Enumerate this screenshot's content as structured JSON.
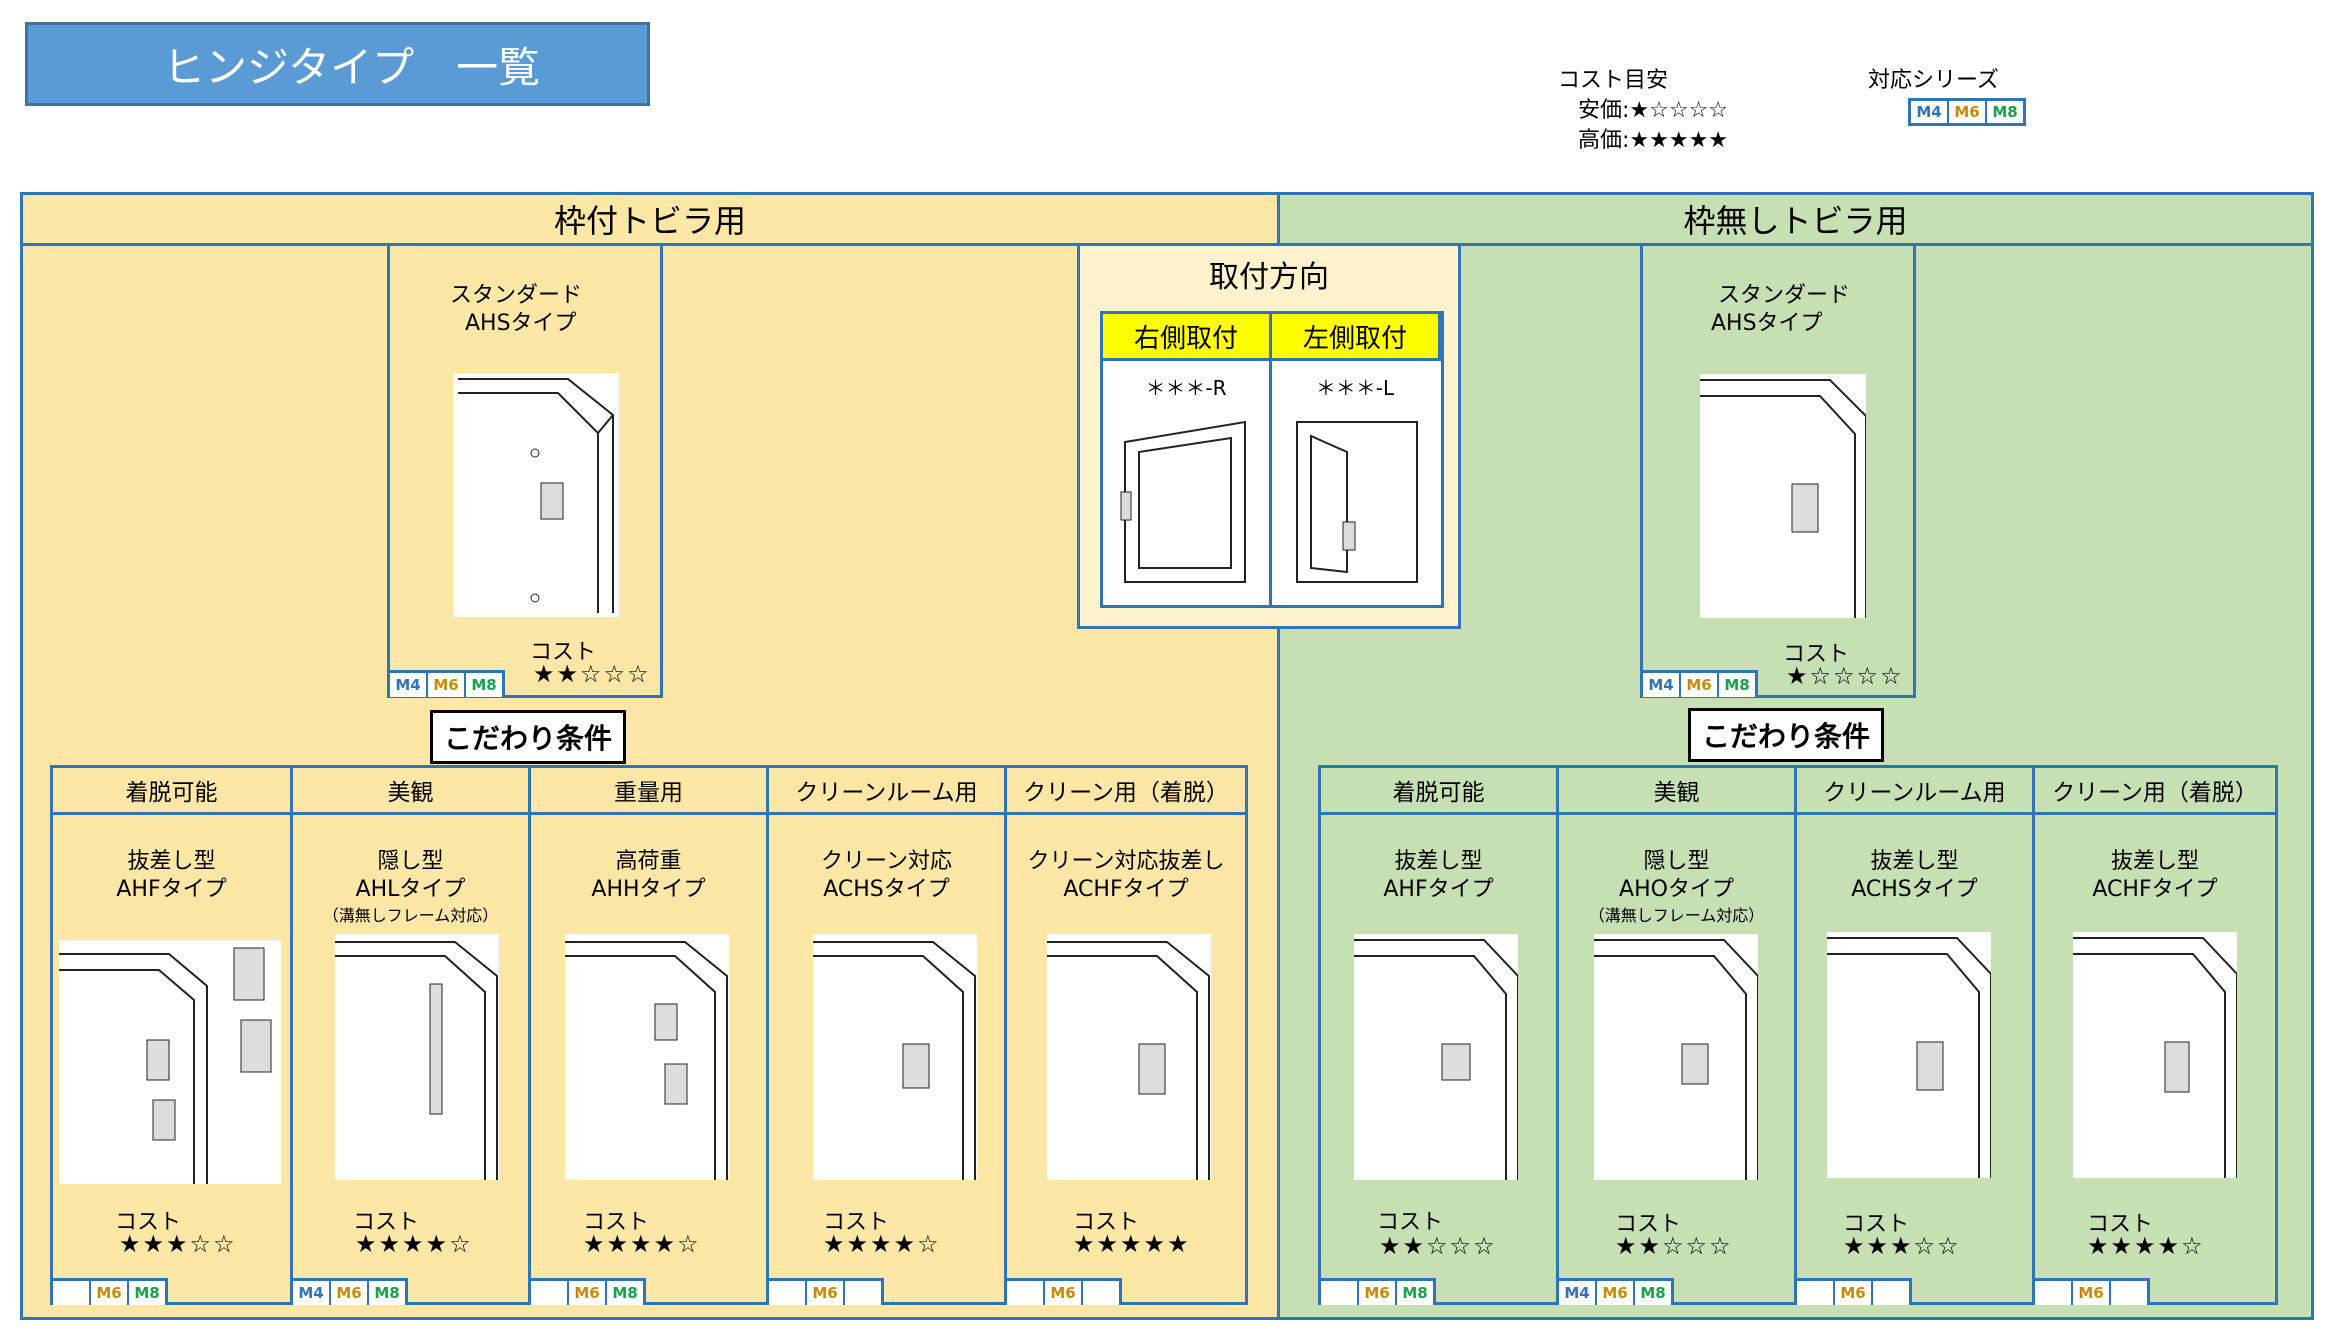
{
  "page_title": "ヒンジタイプ　一覧",
  "legend": {
    "cost_title": "コスト目安",
    "cheap": "安価:★☆☆☆☆",
    "expensive": "高価:★★★★★",
    "series_title": "対応シリーズ",
    "series": [
      "M4",
      "M6",
      "M8"
    ]
  },
  "framed": {
    "header": "枠付トビラ用",
    "standard": {
      "name": "スタンダード",
      "type": "AHSタイプ",
      "cost_label": "コスト",
      "stars": "★★☆☆☆",
      "series": [
        "M4",
        "M6",
        "M8"
      ]
    },
    "kodawari": "こだわり条件",
    "columns": [
      {
        "head": "着脱可能",
        "name": "抜差し型",
        "type": "AHFタイプ",
        "note": "",
        "cost_label": "コスト",
        "stars": "★★★☆☆",
        "series": [
          "",
          "M6",
          "M8"
        ]
      },
      {
        "head": "美観",
        "name": "隠し型",
        "type": "AHLタイプ",
        "note": "（溝無しフレーム対応）",
        "cost_label": "コスト",
        "stars": "★★★★☆",
        "series": [
          "M4",
          "M6",
          "M8"
        ]
      },
      {
        "head": "重量用",
        "name": "高荷重",
        "type": "AHHタイプ",
        "note": "",
        "cost_label": "コスト",
        "stars": "★★★★☆",
        "series": [
          "",
          "M6",
          "M8"
        ]
      },
      {
        "head": "クリーンルーム用",
        "name": "クリーン対応",
        "type": "ACHSタイプ",
        "note": "",
        "cost_label": "コスト",
        "stars": "★★★★☆",
        "series": [
          "",
          "M6",
          ""
        ]
      },
      {
        "head": "クリーン用（着脱）",
        "name": "クリーン対応抜差し",
        "type": "ACHFタイプ",
        "note": "",
        "cost_label": "コスト",
        "stars": "★★★★★",
        "series": [
          "",
          "M6",
          ""
        ]
      }
    ]
  },
  "direction": {
    "title": "取付方向",
    "right": {
      "label": "右側取付",
      "code": "＊＊＊-R"
    },
    "left": {
      "label": "左側取付",
      "code": "＊＊＊-L"
    }
  },
  "frameless": {
    "header": "枠無しトビラ用",
    "standard": {
      "name": "スタンダード",
      "type": "AHSタイプ",
      "cost_label": "コスト",
      "stars": "★☆☆☆☆",
      "series": [
        "M4",
        "M6",
        "M8"
      ]
    },
    "kodawari": "こだわり条件",
    "columns": [
      {
        "head": "着脱可能",
        "name": "抜差し型",
        "type": "AHFタイプ",
        "note": "",
        "cost_label": "コスト",
        "stars": "★★☆☆☆",
        "series": [
          "",
          "M6",
          "M8"
        ]
      },
      {
        "head": "美観",
        "name": "隠し型",
        "type": "AHOタイプ",
        "note": "（溝無しフレーム対応）",
        "cost_label": "コスト",
        "stars": "★★☆☆☆",
        "series": [
          "M4",
          "M6",
          "M8"
        ]
      },
      {
        "head": "クリーンルーム用",
        "name": "抜差し型",
        "type": "ACHSタイプ",
        "note": "",
        "cost_label": "コスト",
        "stars": "★★★☆☆",
        "series": [
          "",
          "M6",
          ""
        ]
      },
      {
        "head": "クリーン用（着脱）",
        "name": "抜差し型",
        "type": "ACHFタイプ",
        "note": "",
        "cost_label": "コスト",
        "stars": "★★★★☆",
        "series": [
          "",
          "M6",
          ""
        ]
      }
    ]
  }
}
